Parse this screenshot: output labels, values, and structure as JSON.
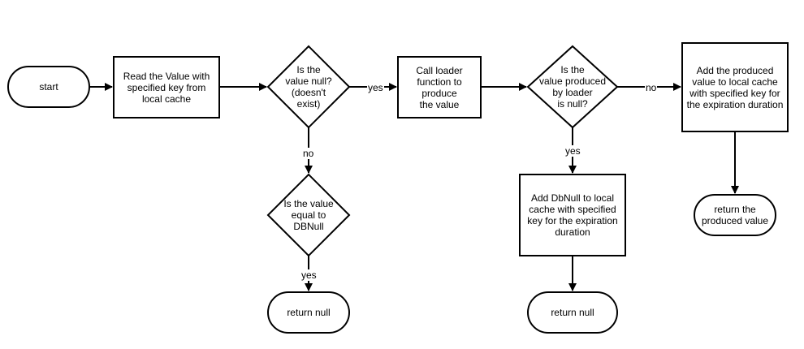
{
  "nodes": {
    "start": "start",
    "read_cache": "Read the Value with\nspecified key from\nlocal cache",
    "is_null": "Is the\nvalue null?\n(doesn't\nexist)",
    "call_loader": "Call loader\nfunction to\nproduce\nthe value",
    "produced_null": "Is the\nvalue produced\nby loader\nis null?",
    "add_produced": "Add the produced\nvalue to local cache\nwith specified key for\nthe expiration duration",
    "equal_dbnull": "Is the value\nequal to\nDBNull",
    "return_null_left": "return null",
    "add_dbnull": "Add DbNull to local\ncache with specified\nkey for the expiration\nduration",
    "return_null_mid": "return null",
    "return_produced": "return the\nproduced value"
  },
  "edge_labels": {
    "is_null_yes": "yes",
    "is_null_no": "no",
    "produced_null_no": "no",
    "produced_null_yes": "yes",
    "equal_dbnull_yes": "yes"
  }
}
